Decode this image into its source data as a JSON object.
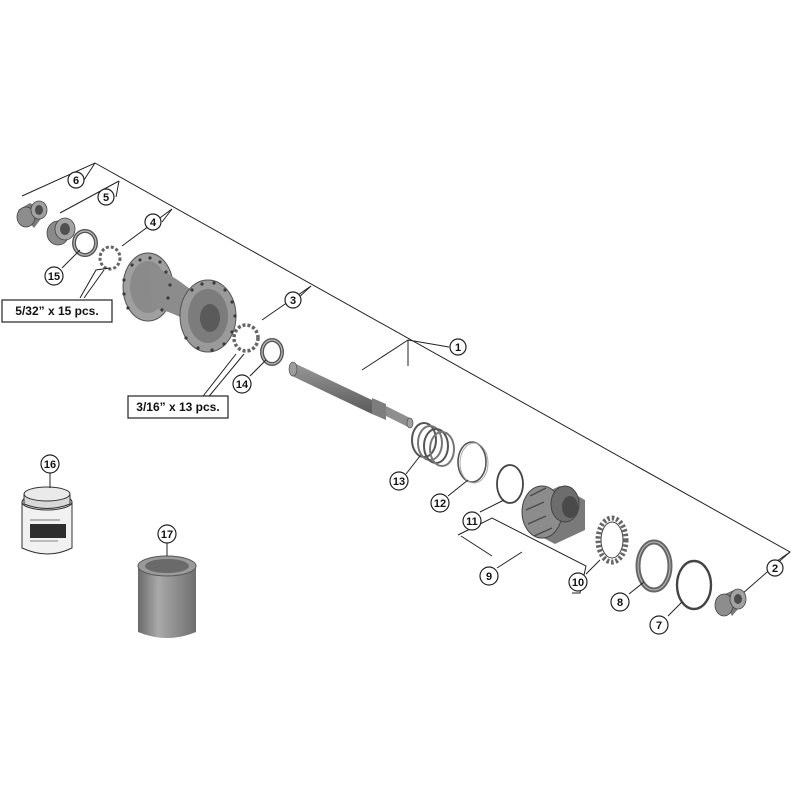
{
  "callouts": {
    "c1": "1",
    "c2": "2",
    "c3": "3",
    "c4": "4",
    "c5": "5",
    "c6": "6",
    "c7": "7",
    "c8": "8",
    "c9": "9",
    "c10": "10",
    "c11": "11",
    "c12": "12",
    "c13": "13",
    "c14": "14",
    "c15": "15",
    "c16": "16",
    "c17": "17"
  },
  "bearing_notes": {
    "left": "5/32” x 15 pcs.",
    "right": "3/16” x 13 pcs."
  },
  "colors": {
    "part_dark": "#6f6f6f",
    "part_mid": "#9a9a9a",
    "part_light": "#c8c8c8",
    "line": "#222222"
  }
}
